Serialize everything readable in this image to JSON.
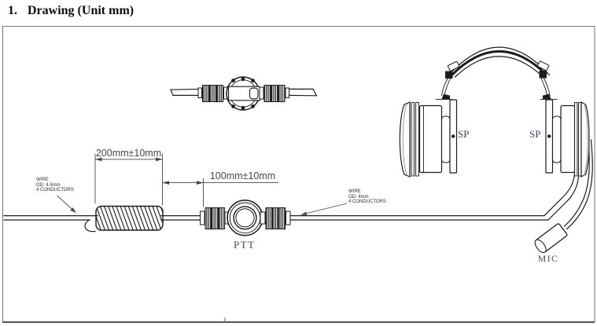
{
  "page": {
    "section_number": "1.",
    "section_title": "Drawing (Unit mm)"
  },
  "diagram": {
    "dimensions": {
      "coil_length": "200mm±10mm",
      "ptt_offset": "100mm±10mm"
    },
    "wire_spec_left": "WIRE\nOD: 4.5mm\n4 CONDUCTORS",
    "wire_spec_right": "WIRE\nOD: 4mm\n4 CONDUCTORS",
    "parts": {
      "ptt": "PTT",
      "speaker_left": "SP",
      "speaker_right": "SP",
      "mic": "MIC"
    }
  },
  "colors": {
    "ink": "#1c1c1c",
    "dim": "#474747",
    "part_label": "#45455f",
    "frame": "#757575"
  }
}
